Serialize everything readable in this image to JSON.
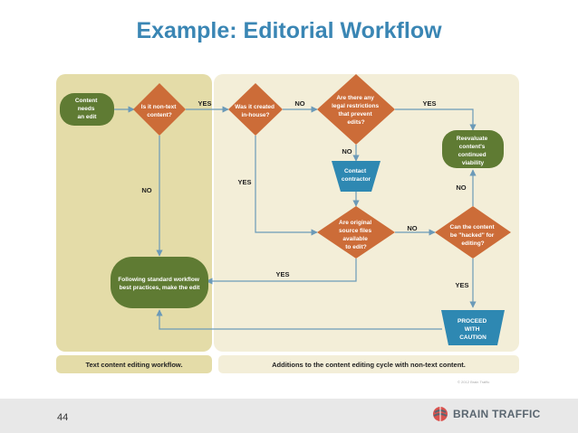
{
  "title": "Example: Editorial Workflow",
  "nodes": {
    "start": [
      "Content",
      "needs",
      "an edit"
    ],
    "q_nontext": [
      "Is it non-text",
      "content?"
    ],
    "q_inhouse": [
      "Was it created",
      "in-house?"
    ],
    "q_legal": [
      "Are there any",
      "legal restrictions",
      "that prevent",
      "edits?"
    ],
    "contact": [
      "Contact",
      "contractor"
    ],
    "q_source": [
      "Are original",
      "source files",
      "available",
      "to edit?"
    ],
    "q_hacked": [
      "Can the content",
      "be \"hacked\" for",
      "editing?"
    ],
    "reevaluate": [
      "Reevaluate",
      "content's",
      "continued",
      "viability"
    ],
    "standard": [
      "Following standard workflow",
      "best practices, make the edit"
    ],
    "proceed": [
      "PROCEED",
      "WITH",
      "CAUTION"
    ]
  },
  "edge_labels": {
    "nontext_yes": "YES",
    "nontext_no": "NO",
    "inhouse_no": "NO",
    "inhouse_yes": "YES",
    "legal_yes": "YES",
    "legal_no": "NO",
    "source_no": "NO",
    "source_yes": "YES",
    "reevaluate_no": "NO",
    "hacked_yes": "YES"
  },
  "captions": {
    "left": "Text content editing workflow.",
    "right": "Additions to the content editing cycle with non-text content."
  },
  "footer": {
    "page_number": "44",
    "brand": "BRAIN TRAFFIC",
    "copyright": "© 2012 Brain Traffic"
  },
  "colors": {
    "title": "#3a86b4",
    "left_panel": "#e4dca8",
    "right_panel": "#f3eed8",
    "green": "#5f7b33",
    "orange": "#cc6c38",
    "blue": "#2e88b2",
    "arrow": "#6b9ab8"
  }
}
